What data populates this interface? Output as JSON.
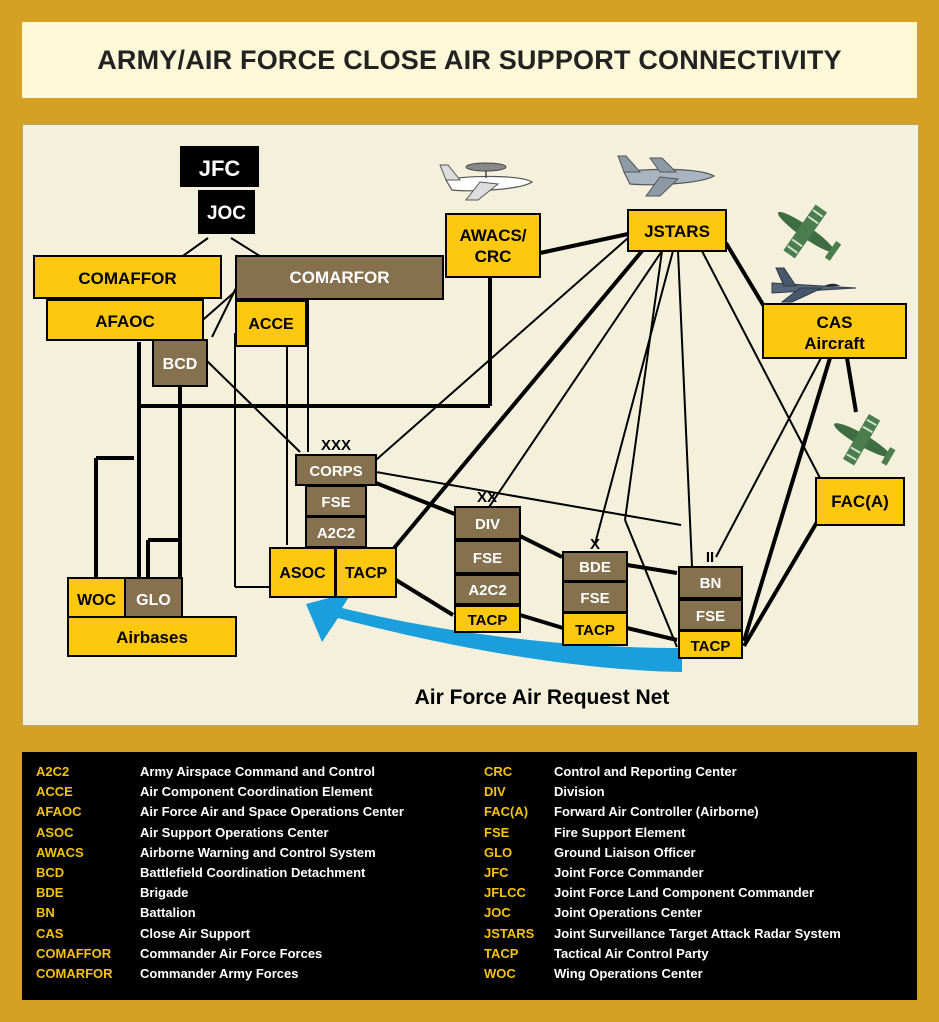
{
  "title": "ARMY/AIR FORCE CLOSE AIR SUPPORT CONNECTIVITY",
  "colors": {
    "frame": "#d4a123",
    "yellow": "#fdc80e",
    "brown": "#85714d",
    "black": "#000000",
    "arrow": "#1a9fdc"
  },
  "nodes": {
    "jfc": "JFC",
    "joc": "JOC",
    "comaffor": "COMAFFOR",
    "afaoc": "AFAOC",
    "bcd": "BCD",
    "comarfor": "COMARFOR",
    "acce": "ACCE",
    "awacs_l1": "AWACS/",
    "awacs_l2": "CRC",
    "jstars": "JSTARS",
    "cas_l1": "CAS",
    "cas_l2": "Aircraft",
    "faca": "FAC(A)",
    "corps_echelon": "XXX",
    "corps": "CORPS",
    "corps_fse": "FSE",
    "corps_a2c2": "A2C2",
    "asoc": "ASOC",
    "asoc_tacp": "TACP",
    "div_echelon": "XX",
    "div": "DIV",
    "div_fse": "FSE",
    "div_a2c2": "A2C2",
    "div_tacp": "TACP",
    "bde_echelon": "X",
    "bde": "BDE",
    "bde_fse": "FSE",
    "bde_tacp": "TACP",
    "bn_echelon": "II",
    "bn": "BN",
    "bn_fse": "FSE",
    "bn_tacp": "TACP",
    "woc": "WOC",
    "glo": "GLO",
    "airbases": "Airbases"
  },
  "net_label": "Air Force Air Request Net",
  "icons": [
    "awacs-aircraft-icon",
    "jstars-aircraft-icon",
    "attack-aircraft-icon",
    "fighter-jet-icon",
    "fac-aircraft-icon"
  ],
  "legend_left": [
    {
      "abbr": "A2C2",
      "def": "Army Airspace Command and Control"
    },
    {
      "abbr": "ACCE",
      "def": "Air Component Coordination Element"
    },
    {
      "abbr": "AFAOC",
      "def": "Air Force Air and Space Operations Center"
    },
    {
      "abbr": "ASOC",
      "def": "Air Support Operations Center"
    },
    {
      "abbr": "AWACS",
      "def": "Airborne Warning and Control System"
    },
    {
      "abbr": "BCD",
      "def": "Battlefield Coordination Detachment"
    },
    {
      "abbr": "BDE",
      "def": "Brigade"
    },
    {
      "abbr": "BN",
      "def": "Battalion"
    },
    {
      "abbr": "CAS",
      "def": "Close Air Support"
    },
    {
      "abbr": "COMAFFOR",
      "def": "Commander Air Force Forces"
    },
    {
      "abbr": "COMARFOR",
      "def": "Commander Army Forces"
    }
  ],
  "legend_right": [
    {
      "abbr": "CRC",
      "def": "Control and Reporting Center"
    },
    {
      "abbr": "DIV",
      "def": "Division"
    },
    {
      "abbr": "FAC(A)",
      "def": "Forward Air Controller (Airborne)"
    },
    {
      "abbr": "FSE",
      "def": "Fire Support Element"
    },
    {
      "abbr": "GLO",
      "def": "Ground Liaison Officer"
    },
    {
      "abbr": "JFC",
      "def": "Joint Force Commander"
    },
    {
      "abbr": "JFLCC",
      "def": "Joint Force Land Component Commander"
    },
    {
      "abbr": "JOC",
      "def": "Joint Operations Center"
    },
    {
      "abbr": "JSTARS",
      "def": "Joint Surveillance Target Attack Radar System"
    },
    {
      "abbr": "TACP",
      "def": "Tactical Air Control Party"
    },
    {
      "abbr": "WOC",
      "def": "Wing Operations Center"
    }
  ]
}
